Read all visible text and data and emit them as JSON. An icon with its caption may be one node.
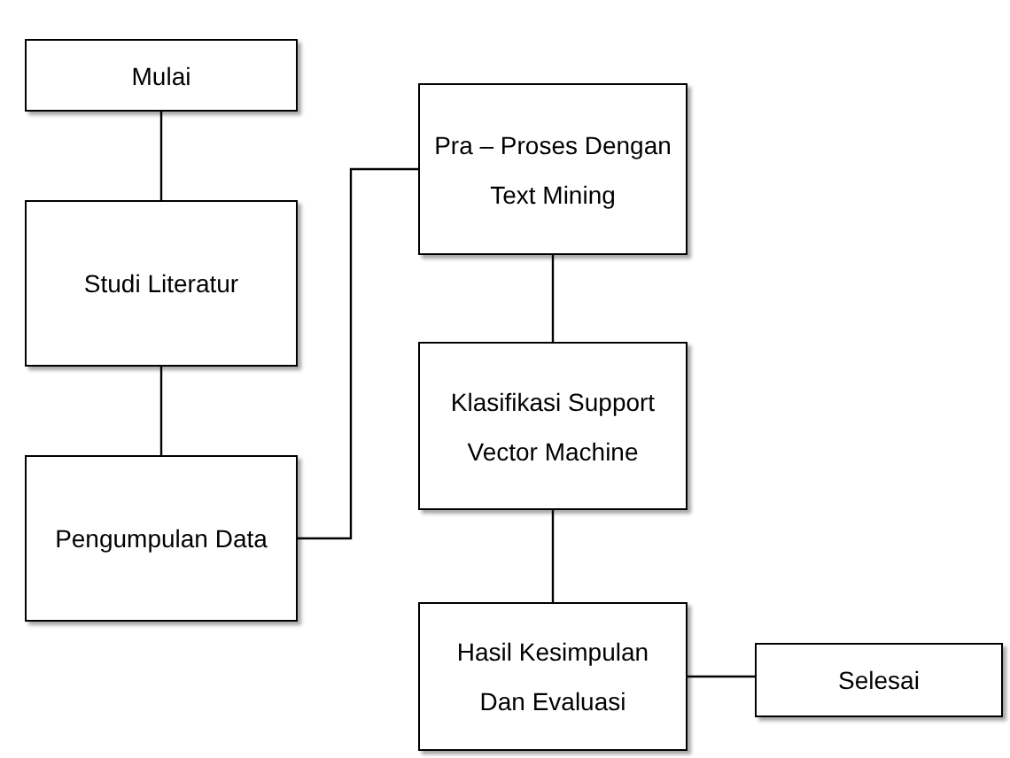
{
  "diagram": {
    "nodes": [
      {
        "text": [
          "Mulai"
        ]
      },
      {
        "text": [
          "Studi Literatur"
        ]
      },
      {
        "text": [
          "Pengumpulan Data"
        ]
      },
      {
        "text": [
          "Pra – Proses Dengan Text Mining"
        ]
      },
      {
        "text": [
          "Klasifikasi Support Vector Machine"
        ]
      },
      {
        "text": [
          "Hasil Kesimpulan Dan Evaluasi"
        ]
      },
      {
        "text": [
          "Selesai"
        ]
      }
    ],
    "edges": [
      {
        "from": 0,
        "to": 1,
        "arrow": "none"
      },
      {
        "from": 1,
        "to": 2,
        "arrow": "none"
      },
      {
        "from": 2,
        "to": 3,
        "arrow": "none"
      },
      {
        "from": 3,
        "to": 4,
        "arrow": "none"
      },
      {
        "from": 4,
        "to": 5,
        "arrow": "none"
      },
      {
        "from": 5,
        "to": 6,
        "arrow": "none"
      }
    ]
  }
}
